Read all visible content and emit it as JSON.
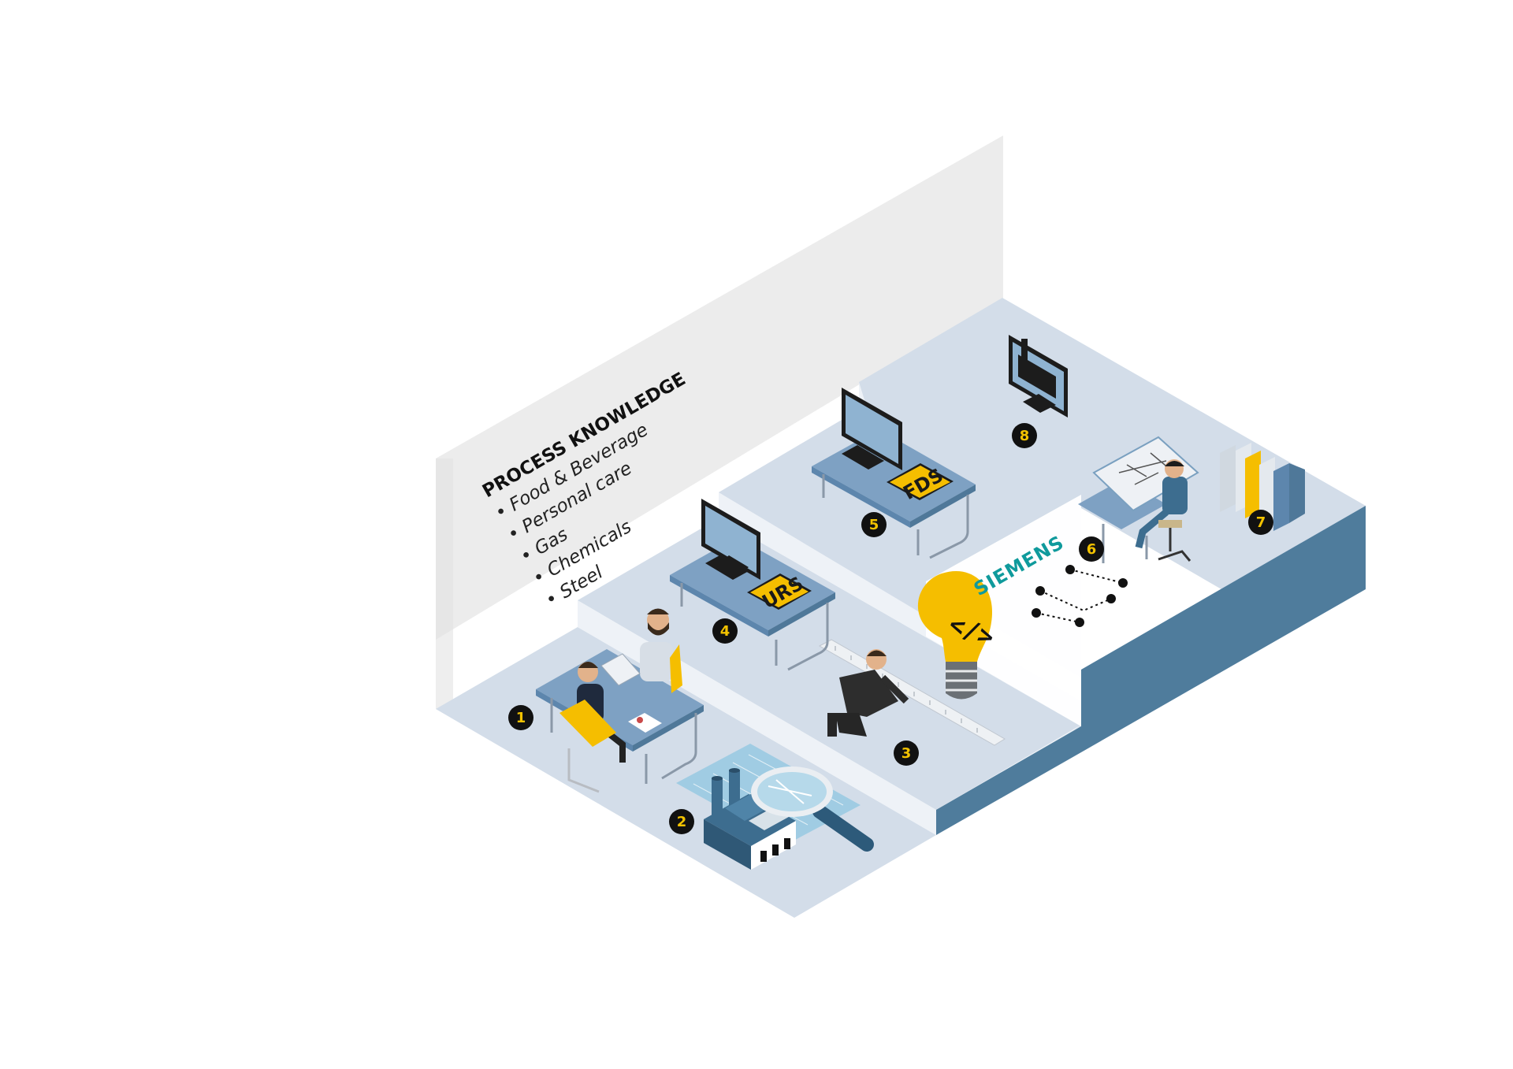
{
  "knowledge": {
    "title": "PROCESS KNOWLEDGE",
    "items": [
      "• Food & Beverage",
      "• Personal care",
      "• Gas",
      "• Chemicals",
      "• Steel"
    ]
  },
  "steps": [
    "1",
    "2",
    "3",
    "4",
    "5",
    "6",
    "7",
    "8"
  ],
  "documents": {
    "urs": "URS",
    "fds": "FDS"
  },
  "code_symbol": "</>",
  "brand": {
    "logo_text": "SIEMENS",
    "logo_color": "#0f9a9c"
  },
  "colors": {
    "floor": "#d3dde9",
    "riser": "#eef2f7",
    "riser_dark": "#4f7c9c",
    "wall": "#ececec",
    "accent": "#f5be00",
    "badge": "#111111",
    "monitor": "#8fb3d1",
    "desk": "#7ea1c3"
  },
  "icons": [
    "monitor-icon",
    "factory-icon",
    "magnifier-icon",
    "lightbulb-icon",
    "ruler-icon",
    "binders-icon",
    "drafting-table-icon",
    "network-diagram-icon"
  ]
}
